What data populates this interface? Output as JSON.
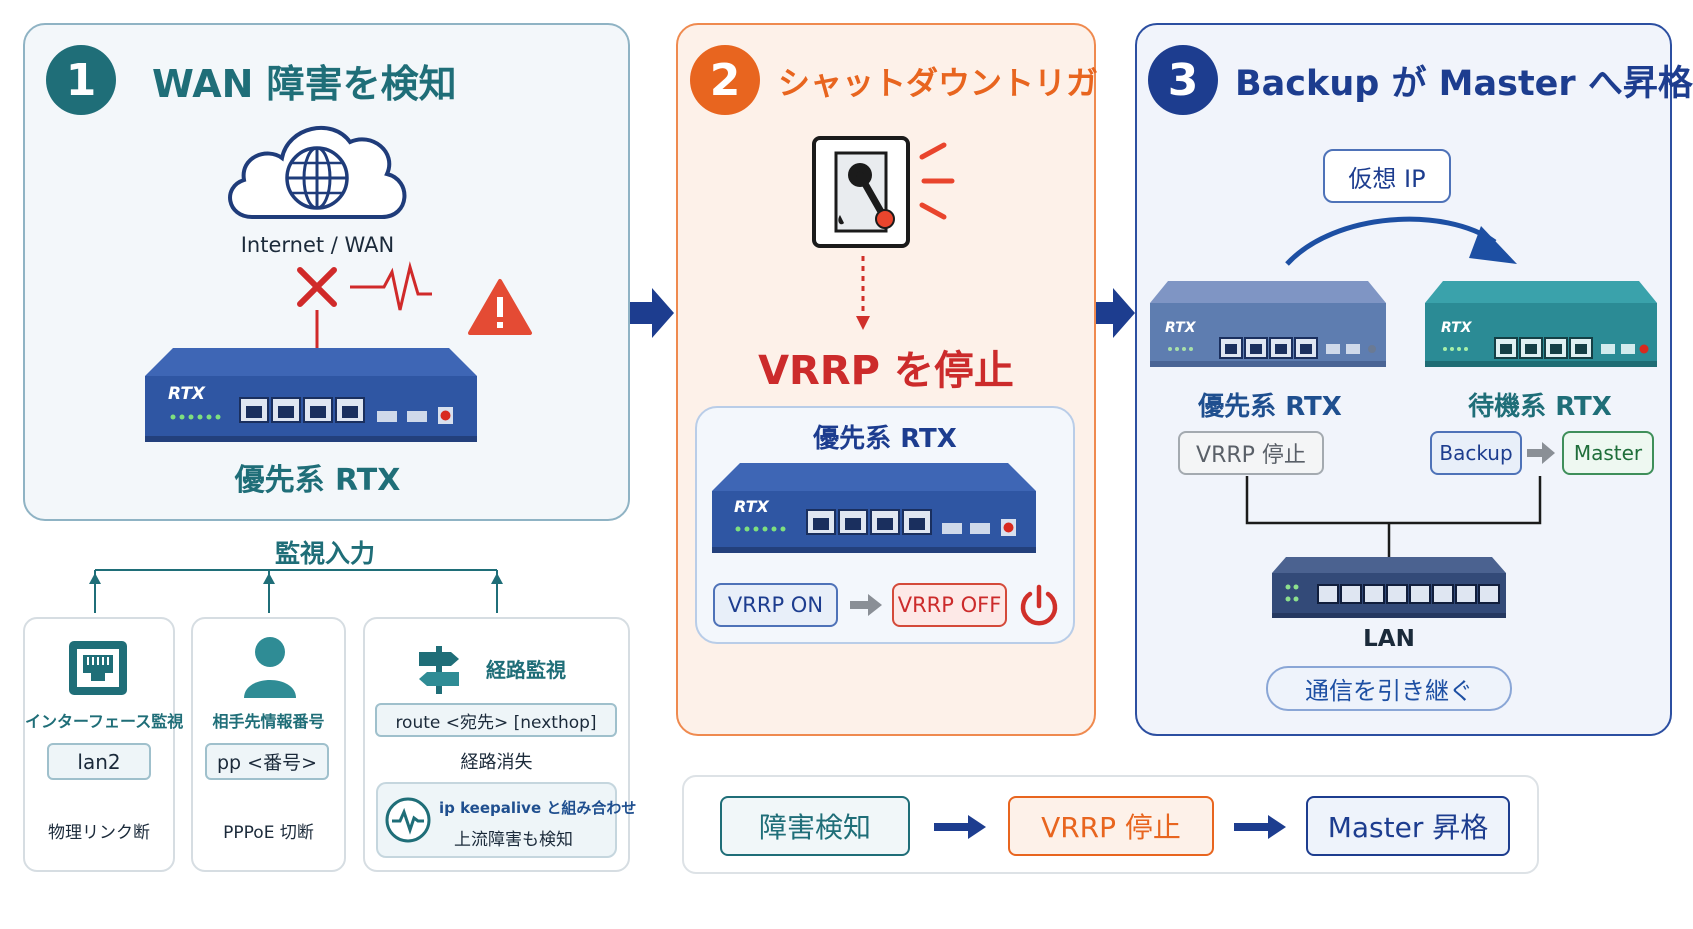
{
  "step1": {
    "number": "1",
    "title": "WAN 障害を検知",
    "cloud_label": "Internet / WAN",
    "router_brand": "RTX",
    "router_label": "優先系 RTX"
  },
  "monitor": {
    "title": "監視入力",
    "cards": [
      {
        "title": "インターフェース監視",
        "value": "lan2",
        "note": "物理リンク断"
      },
      {
        "title": "相手先情報番号",
        "value": "pp <番号>",
        "note": "PPPoE 切断"
      },
      {
        "title": "経路監視",
        "value": "route <宛先> [nexthop]",
        "note": "経路消失",
        "sub_line1": "ip keepalive と組み合わせ",
        "sub_line2": "上流障害も検知"
      }
    ]
  },
  "step2": {
    "number": "2",
    "title": "シャットダウントリガ",
    "action": "VRRP を停止",
    "router_label": "優先系 RTX",
    "router_brand": "RTX",
    "state_on": "VRRP ON",
    "state_off": "VRRP OFF"
  },
  "step3": {
    "number": "3",
    "title": "Backup が Master へ昇格",
    "virtual_ip": "仮想 IP",
    "router_left_brand": "RTX",
    "router_right_brand": "RTX",
    "left_label": "優先系 RTX",
    "right_label": "待機系 RTX",
    "left_state": "VRRP 停止",
    "backup": "Backup",
    "master": "Master",
    "lan": "LAN",
    "handover": "通信を引き継ぐ"
  },
  "flow": [
    "障害検知",
    "VRRP 停止",
    "Master 昇格"
  ],
  "colors": {
    "teal": "#1f6e78",
    "orange": "#e8651f",
    "red": "#cc2b2b",
    "navy": "#1d3d8f",
    "router_blue": "#2f56a3",
    "router_teal": "#2b8b95",
    "router_gray": "#5e7db0"
  }
}
